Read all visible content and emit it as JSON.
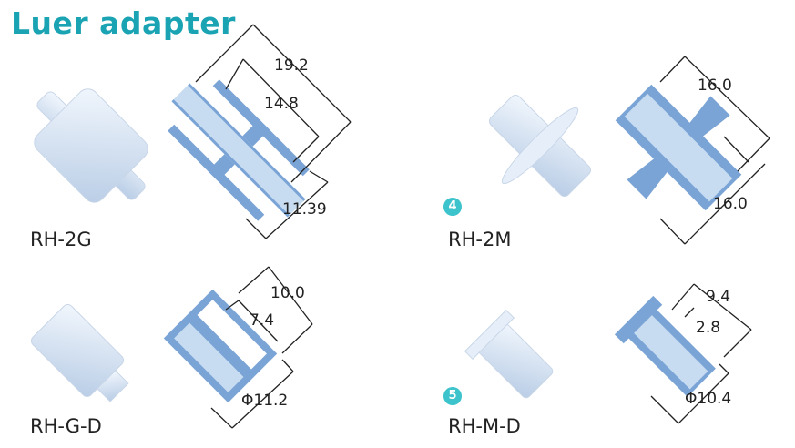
{
  "title": "Luer adapter",
  "products": [
    {
      "name": "RH-2G",
      "dimensions": [
        "19.2",
        "14.8",
        "11.39"
      ]
    },
    {
      "name": "RH-2M",
      "badge": "4",
      "dimensions": [
        "16.0",
        "16.0"
      ]
    },
    {
      "name": "RH-G-D",
      "dimensions": [
        "10.0",
        "7.4",
        "Φ11.2"
      ]
    },
    {
      "name": "RH-M-D",
      "badge": "5",
      "dimensions": [
        "9.4",
        "2.8",
        "Φ10.4"
      ]
    }
  ],
  "colors": {
    "title": "#1aa3b3",
    "section_dark": "#7ba4d6",
    "section_light": "#c7dcf1",
    "badge": "#3cc3cc"
  }
}
